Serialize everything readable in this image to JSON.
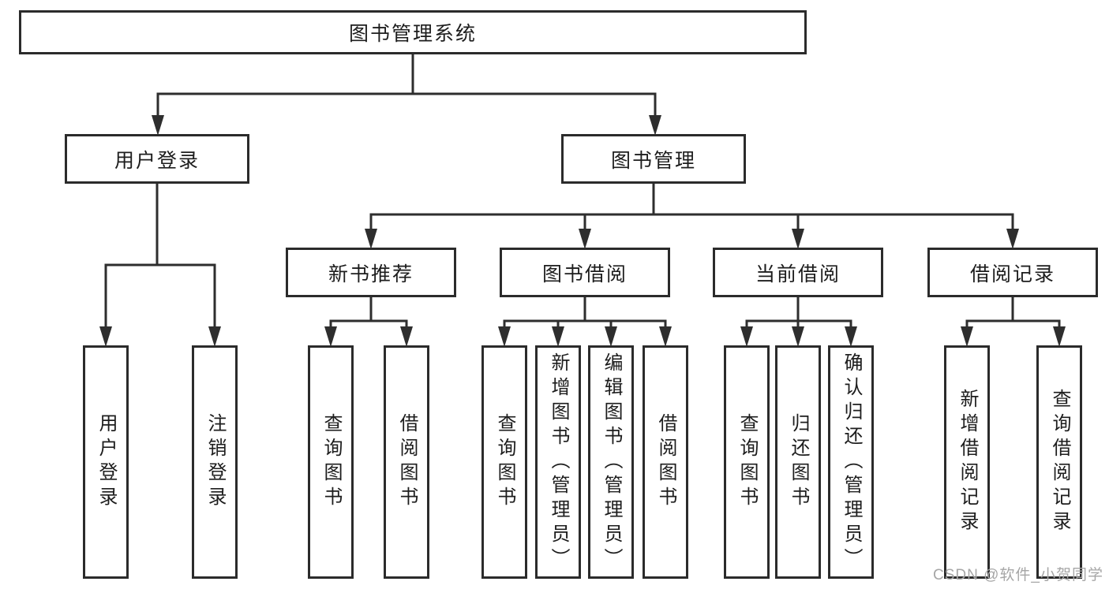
{
  "tree": {
    "root": {
      "label": "图书管理系统",
      "children": [
        {
          "label": "用户登录",
          "children": [
            {
              "label": "用户登录"
            },
            {
              "label": "注销登录"
            }
          ]
        },
        {
          "label": "图书管理",
          "children": [
            {
              "label": "新书推荐",
              "children": [
                {
                  "label": "查询图书"
                },
                {
                  "label": "借阅图书"
                }
              ]
            },
            {
              "label": "图书借阅",
              "children": [
                {
                  "label": "查询图书"
                },
                {
                  "label": "新增图书（管理员）"
                },
                {
                  "label": "编辑图书（管理员）"
                },
                {
                  "label": "借阅图书"
                }
              ]
            },
            {
              "label": "当前借阅",
              "children": [
                {
                  "label": "查询图书"
                },
                {
                  "label": "归还图书"
                },
                {
                  "label": "确认归还（管理员）"
                }
              ]
            },
            {
              "label": "借阅记录",
              "children": [
                {
                  "label": "新增借阅记录"
                },
                {
                  "label": "查询借阅记录"
                }
              ]
            }
          ]
        }
      ]
    }
  },
  "watermark": {
    "text": "CSDN @软件_小贺同学"
  },
  "colors": {
    "line": "#2e2e2e",
    "box_border": "#2b2b2b",
    "text": "#1d1d1d",
    "background": "#ffffff",
    "watermark": "#a6a6a6"
  }
}
